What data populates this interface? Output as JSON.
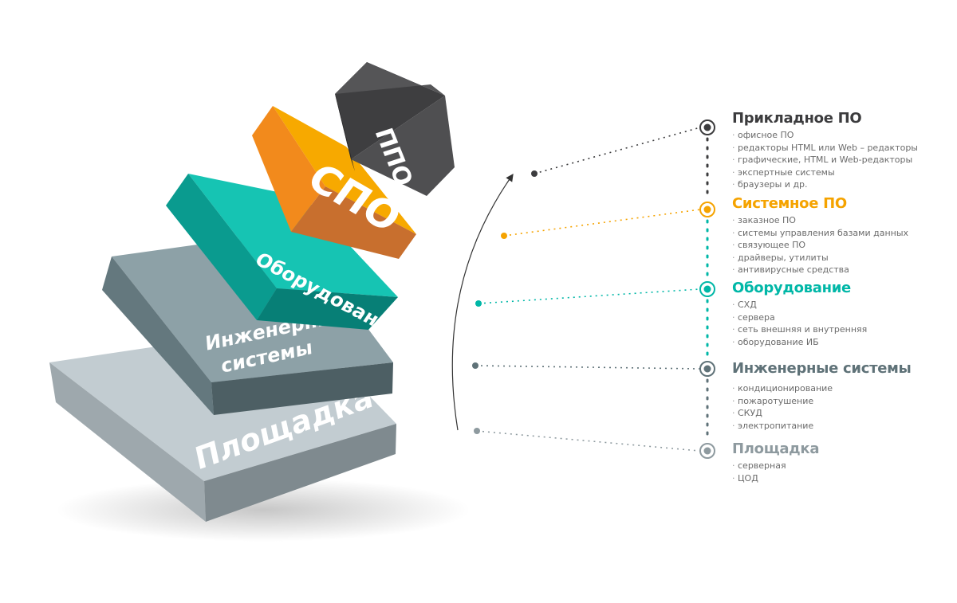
{
  "colors": {
    "dark": "#3c3c3e",
    "orange": "#f5a300",
    "teal": "#00b7a7",
    "slate": "#5f7278",
    "gray": "#8e9a9f",
    "text": "#6b6b6b"
  },
  "blocks": [
    {
      "id": "ppo",
      "label": "ППО",
      "color": "#3c3c3e"
    },
    {
      "id": "spo",
      "label": "СПО",
      "color": "#f5a300"
    },
    {
      "id": "hardware",
      "label": "Оборудование",
      "color": "#00b7a7"
    },
    {
      "id": "engineering",
      "label_line1": "Инженерные",
      "label_line2": "системы",
      "color": "#5f7278"
    },
    {
      "id": "site",
      "label": "Площадка",
      "color": "#8e9a9f"
    }
  ],
  "levels": [
    {
      "id": "applied",
      "title": "Прикладное ПО",
      "color": "#3c3c3e",
      "items": [
        "офисное ПО",
        "редакторы HTML или Web – редакторы",
        "графические, HTML и Web-редакторы",
        "экспертные системы",
        "браузеры и др."
      ]
    },
    {
      "id": "system",
      "title": "Системное ПО",
      "color": "#f5a300",
      "items": [
        "заказное ПО",
        "системы управления базами данных",
        "связующее ПО",
        "драйверы, утилиты",
        "антивирусные средства"
      ]
    },
    {
      "id": "hardware",
      "title": "Оборудование",
      "color": "#00b7a7",
      "items": [
        "СХД",
        "сервера",
        "сеть внешняя и внутренняя",
        "оборудование ИБ"
      ]
    },
    {
      "id": "engineering",
      "title": "Инженерные системы",
      "color": "#5f7278",
      "items": [
        "кондиционирование",
        "пожаротушение",
        "СКУД",
        "электропитание"
      ]
    },
    {
      "id": "site",
      "title": "Площадка",
      "color": "#8e9a9f",
      "items": [
        "серверная",
        "ЦОД"
      ]
    }
  ]
}
